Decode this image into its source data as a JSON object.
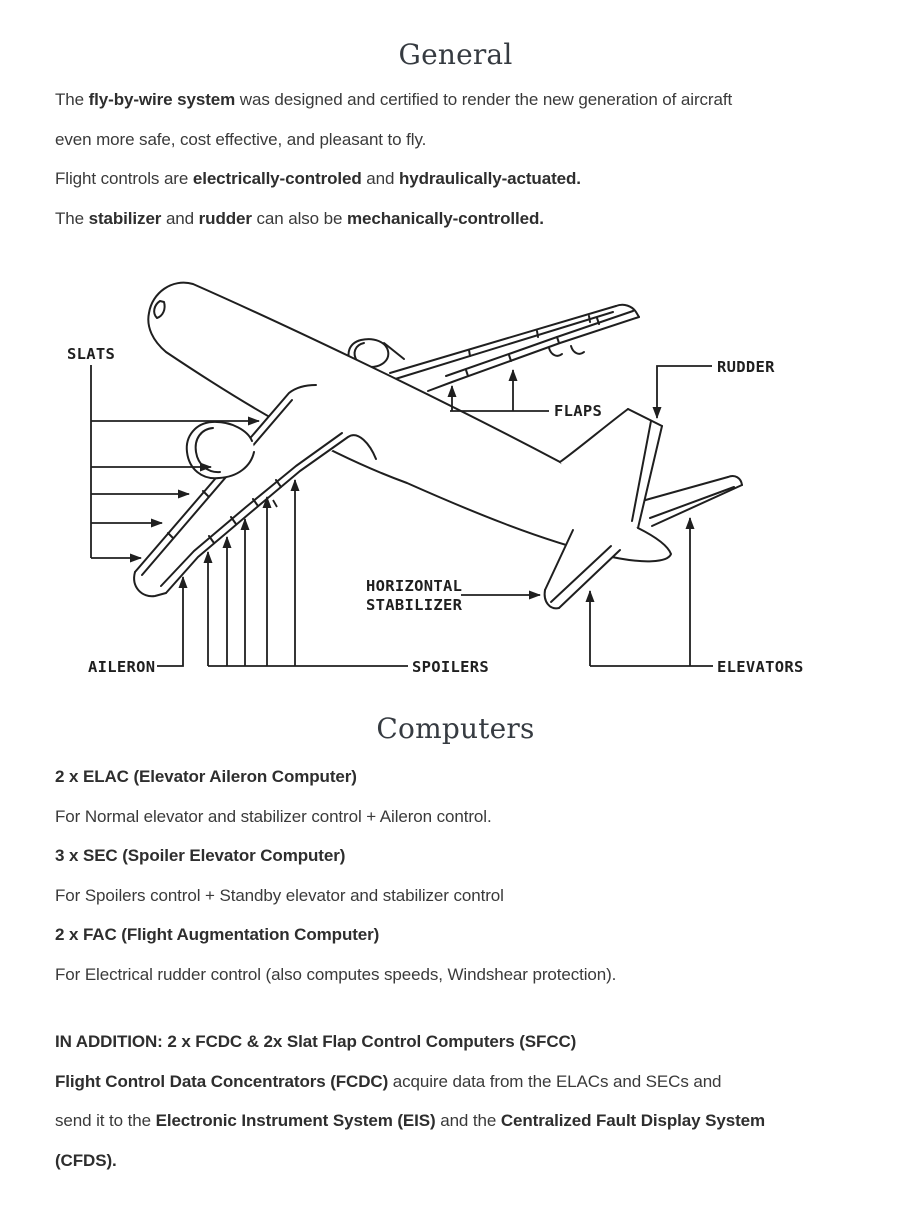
{
  "headings": {
    "general": "General",
    "computers": "Computers"
  },
  "general_paragraphs": [
    [
      {
        "t": "The "
      },
      {
        "t": "fly-by-wire system",
        "b": true
      },
      {
        "t": " was designed and certified to render the new generation of aircraft\neven more safe, cost effective, and pleasant to fly."
      }
    ],
    [
      {
        "t": "Flight controls are "
      },
      {
        "t": "electrically-controled",
        "b": true
      },
      {
        "t": " and "
      },
      {
        "t": "hydraulically-actuated.",
        "b": true
      }
    ],
    [
      {
        "t": "The "
      },
      {
        "t": "stabilizer",
        "b": true
      },
      {
        "t": " and "
      },
      {
        "t": "rudder",
        "b": true
      },
      {
        "t": " can also be "
      },
      {
        "t": "mechanically-controlled.",
        "b": true
      }
    ]
  ],
  "diagram": {
    "labels": {
      "slats": "SLATS",
      "rudder": "RUDDER",
      "flaps": "FLAPS",
      "horizontal_stabilizer_line1": "HORIZONTAL",
      "horizontal_stabilizer_line2": "STABILIZER",
      "aileron": "AILERON",
      "spoilers": "SPOILERS",
      "elevators": "ELEVATORS"
    }
  },
  "computers_paragraphs": [
    [
      {
        "t": "2 x ELAC (Elevator Aileron Computer)",
        "b": true
      }
    ],
    [
      {
        "t": "For Normal elevator and stabilizer control + Aileron control."
      }
    ],
    [
      {
        "t": "3 x SEC (Spoiler Elevator Computer)",
        "b": true
      }
    ],
    [
      {
        "t": "For Spoilers control + Standby elevator and stabilizer control"
      }
    ],
    [
      {
        "t": "2 x FAC (Flight Augmentation Computer)",
        "b": true
      }
    ],
    [
      {
        "t": "For Electrical rudder control (also computes speeds, Windshear protection)."
      }
    ]
  ],
  "addition_paragraphs": [
    [
      {
        "t": "IN ADDITION: 2 x FCDC & 2x Slat Flap Control Computers (SFCC)",
        "b": true
      }
    ],
    [
      {
        "t": "Flight Control Data Concentrators (FCDC)",
        "b": true
      },
      {
        "t": " acquire data from the ELACs and SECs and\nsend it to the "
      },
      {
        "t": "Electronic Instrument System (EIS)",
        "b": true
      },
      {
        "t": " and the "
      },
      {
        "t": "Centralized Fault Display System\n(CFDS).",
        "b": true
      }
    ]
  ]
}
